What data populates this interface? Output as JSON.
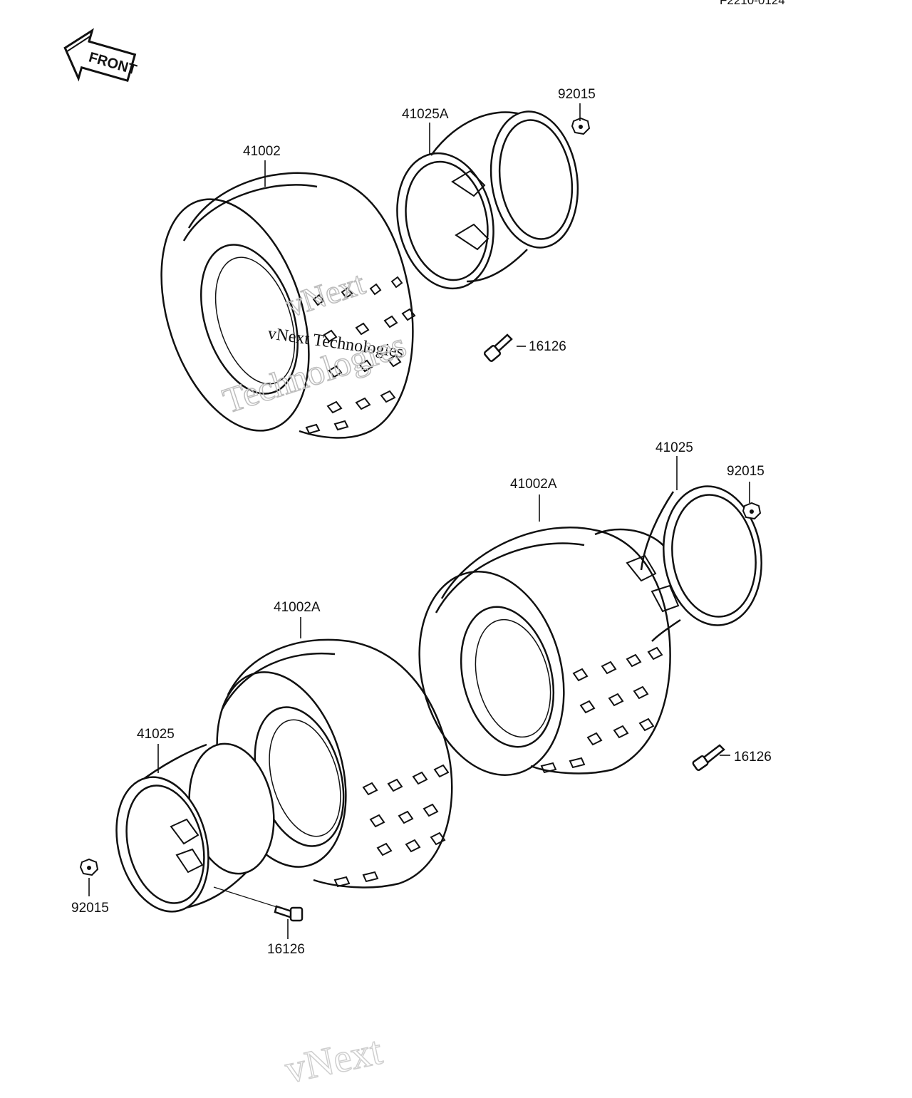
{
  "diagram": {
    "drawing_code": "F2210-0124",
    "front_marker": "FRONT",
    "colors": {
      "line": "#111111",
      "background": "#ffffff",
      "watermark": "#bdbdbd"
    },
    "watermark": {
      "line1": "vNext Technologies",
      "line2": "vNext",
      "line3": "Technologies",
      "bottom": "vNext"
    },
    "callouts": {
      "rear_tire_upper": "41002",
      "rear_wheel_upper": "41025A",
      "nut_upper": "92015",
      "valve_upper": "16126",
      "front_wheel_right": "41025",
      "nut_right": "92015",
      "front_tire_right": "41002A",
      "valve_right": "16126",
      "front_tire_left": "41002A",
      "front_wheel_left": "41025",
      "nut_left": "92015",
      "valve_left": "16126"
    }
  }
}
